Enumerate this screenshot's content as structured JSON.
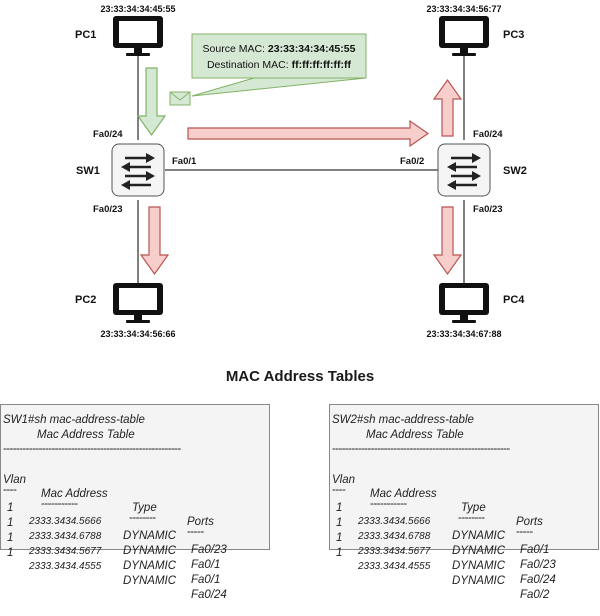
{
  "devices": {
    "pc1": {
      "name": "PC1",
      "mac": "23:33:34:34:45:55"
    },
    "pc2": {
      "name": "PC2",
      "mac": "23:33:34:34:56:66"
    },
    "pc3": {
      "name": "PC3",
      "mac": "23:33:34:34:56:77"
    },
    "pc4": {
      "name": "PC4",
      "mac": "23:33:34:34:67:88"
    },
    "sw1": {
      "name": "SW1"
    },
    "sw2": {
      "name": "SW2"
    }
  },
  "ports": {
    "sw1_fa024": "Fa0/24",
    "sw1_fa023": "Fa0/23",
    "sw1_fa01": "Fa0/1",
    "sw2_fa02": "Fa0/2",
    "sw2_fa024": "Fa0/24",
    "sw2_fa023": "Fa0/23"
  },
  "frame": {
    "src_label": "Source MAC: ",
    "src_value": "23:33:34:34:45:55",
    "dst_label": "Destination MAC: ",
    "dst_value": "ff:ff:ff:ff:ff:ff"
  },
  "colors": {
    "green_arrow": "#d5e8d4",
    "green_stroke": "#82b366",
    "red_arrow": "#f8cecc",
    "red_stroke": "#b85450",
    "switch_fill": "#f5f5f5",
    "table_bg": "#f4f4f4"
  },
  "tables_title": "MAC Address Tables",
  "sw1_table": {
    "command": "SW1#sh mac-address-table",
    "title": "Mac Address Table",
    "separator": "-------------------------------------------------------",
    "headers": {
      "vlan": "Vlan",
      "mac": "Mac Address",
      "type": "Type",
      "ports": "Ports"
    },
    "header_seps": {
      "vlan": "----",
      "mac": "-----------",
      "type": "--------",
      "ports": "-----"
    },
    "rows": [
      {
        "vlan": "1",
        "mac": "2333.3434.5666",
        "type": "DYNAMIC",
        "port": "Fa0/23"
      },
      {
        "vlan": "1",
        "mac": "2333.3434.6788",
        "type": "DYNAMIC",
        "port": "Fa0/1"
      },
      {
        "vlan": "1",
        "mac": "2333.3434.5677",
        "type": "DYNAMIC",
        "port": "Fa0/1"
      },
      {
        "vlan": "1",
        "mac": "2333.3434.4555",
        "type": "DYNAMIC",
        "port": "Fa0/24"
      }
    ]
  },
  "sw2_table": {
    "command": "SW2#sh mac-address-table",
    "title": "Mac Address Table",
    "separator": "-------------------------------------------------------",
    "headers": {
      "vlan": "Vlan",
      "mac": "Mac Address",
      "type": "Type",
      "ports": "Ports"
    },
    "header_seps": {
      "vlan": "----",
      "mac": "-----------",
      "type": "--------",
      "ports": "-----"
    },
    "rows": [
      {
        "vlan": "1",
        "mac": "2333.3434.5666",
        "type": "DYNAMIC",
        "port": "Fa0/1"
      },
      {
        "vlan": "1",
        "mac": "2333.3434.6788",
        "type": "DYNAMIC",
        "port": "Fa0/23"
      },
      {
        "vlan": "1",
        "mac": "2333.3434.5677",
        "type": "DYNAMIC",
        "port": "Fa0/24"
      },
      {
        "vlan": "1",
        "mac": "2333.3434.4555",
        "type": "DYNAMIC",
        "port": "Fa0/2"
      }
    ]
  }
}
